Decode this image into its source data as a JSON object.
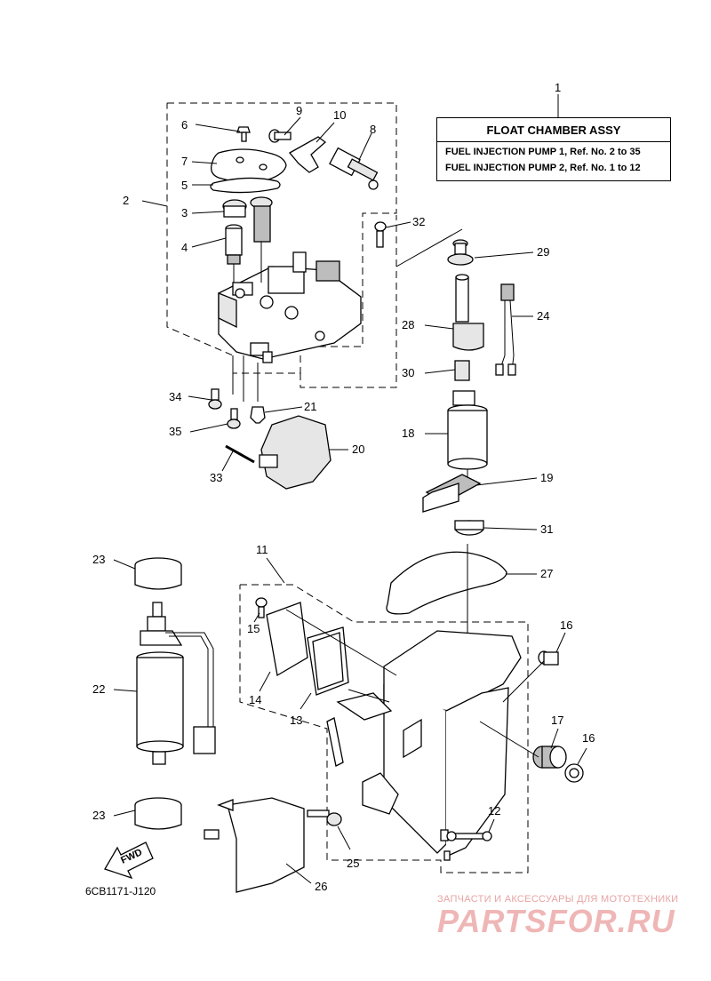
{
  "header_box": {
    "title": "FLOAT CHAMBER ASSY",
    "line1": "FUEL INJECTION PUMP 1,  Ref. No. 2 to 35",
    "line2": "FUEL INJECTION PUMP 2,  Ref. No. 1 to 12"
  },
  "callouts": [
    "1",
    "2",
    "3",
    "4",
    "5",
    "6",
    "7",
    "8",
    "9",
    "10",
    "11",
    "12",
    "13",
    "14",
    "15",
    "16",
    "16",
    "17",
    "18",
    "19",
    "20",
    "21",
    "22",
    "23",
    "23",
    "24",
    "25",
    "26",
    "27",
    "28",
    "29",
    "30",
    "31",
    "32",
    "33",
    "34",
    "35"
  ],
  "fwd_label": "FWD",
  "diagram_code": "6CB1171-J120",
  "watermark": {
    "tagline": "ЗАПЧАСТИ И АКСЕССУАРЫ ДЛЯ МОТОТЕХНИКИ",
    "brand": "PARTSFOR.RU",
    "color": "#efb6b6"
  }
}
